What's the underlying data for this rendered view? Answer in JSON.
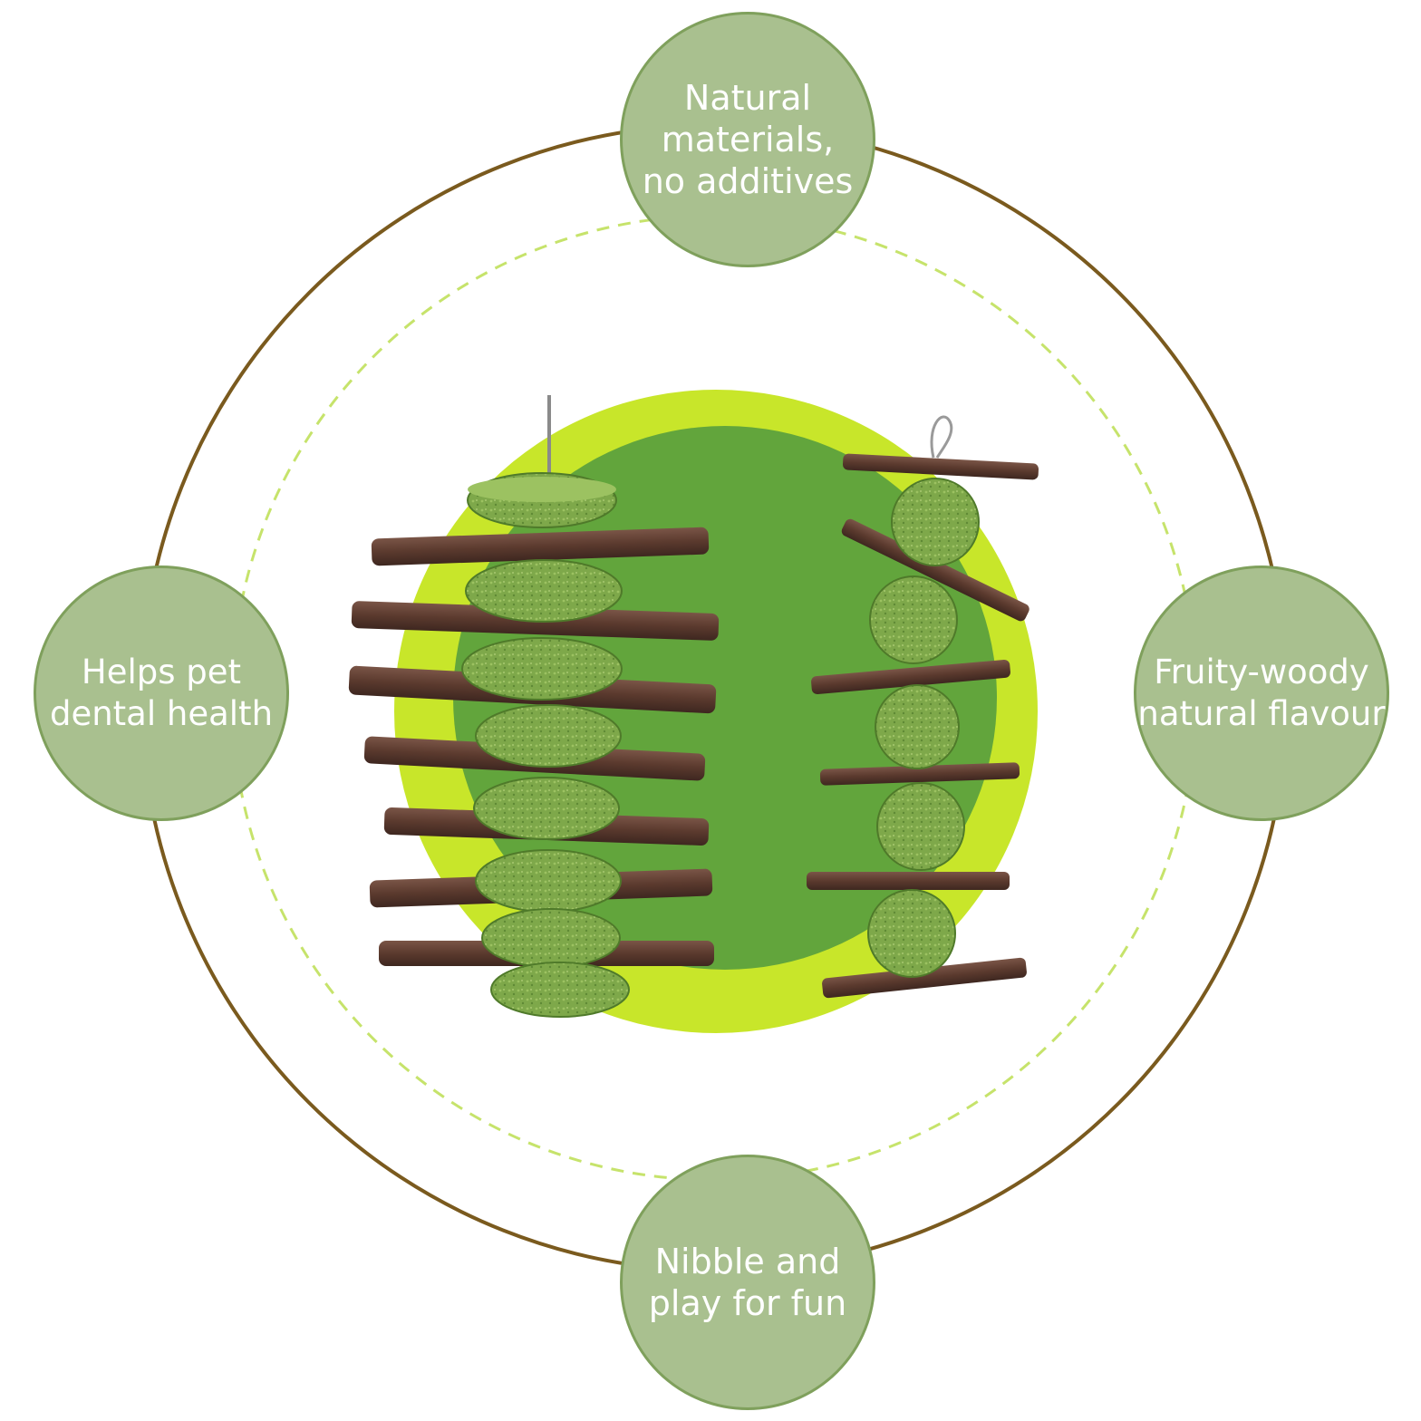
{
  "features": {
    "top": [
      "Natural",
      "materials,",
      "no additives"
    ],
    "left": [
      "Helps pet",
      "dental health"
    ],
    "right": [
      "Fruity-woody",
      "natural flavour"
    ],
    "bottom": [
      "Nibble and",
      "play for fun"
    ]
  },
  "colors": {
    "outer_ring": "#7a5a1e",
    "dashed_ring": "#c6e36b",
    "bubble_fill": "#a9c08f",
    "bubble_border": "#7fa05c",
    "center_light": "#c8e62a",
    "center_dark": "#62a53c",
    "stick": "#5b3a2e",
    "hay": "#7ea84a"
  },
  "products": [
    {
      "name": "hay-wheel-stack",
      "description_icon": "hay-wheel-icon"
    },
    {
      "name": "grass-ball-stack",
      "description_icon": "grass-ball-icon"
    }
  ]
}
